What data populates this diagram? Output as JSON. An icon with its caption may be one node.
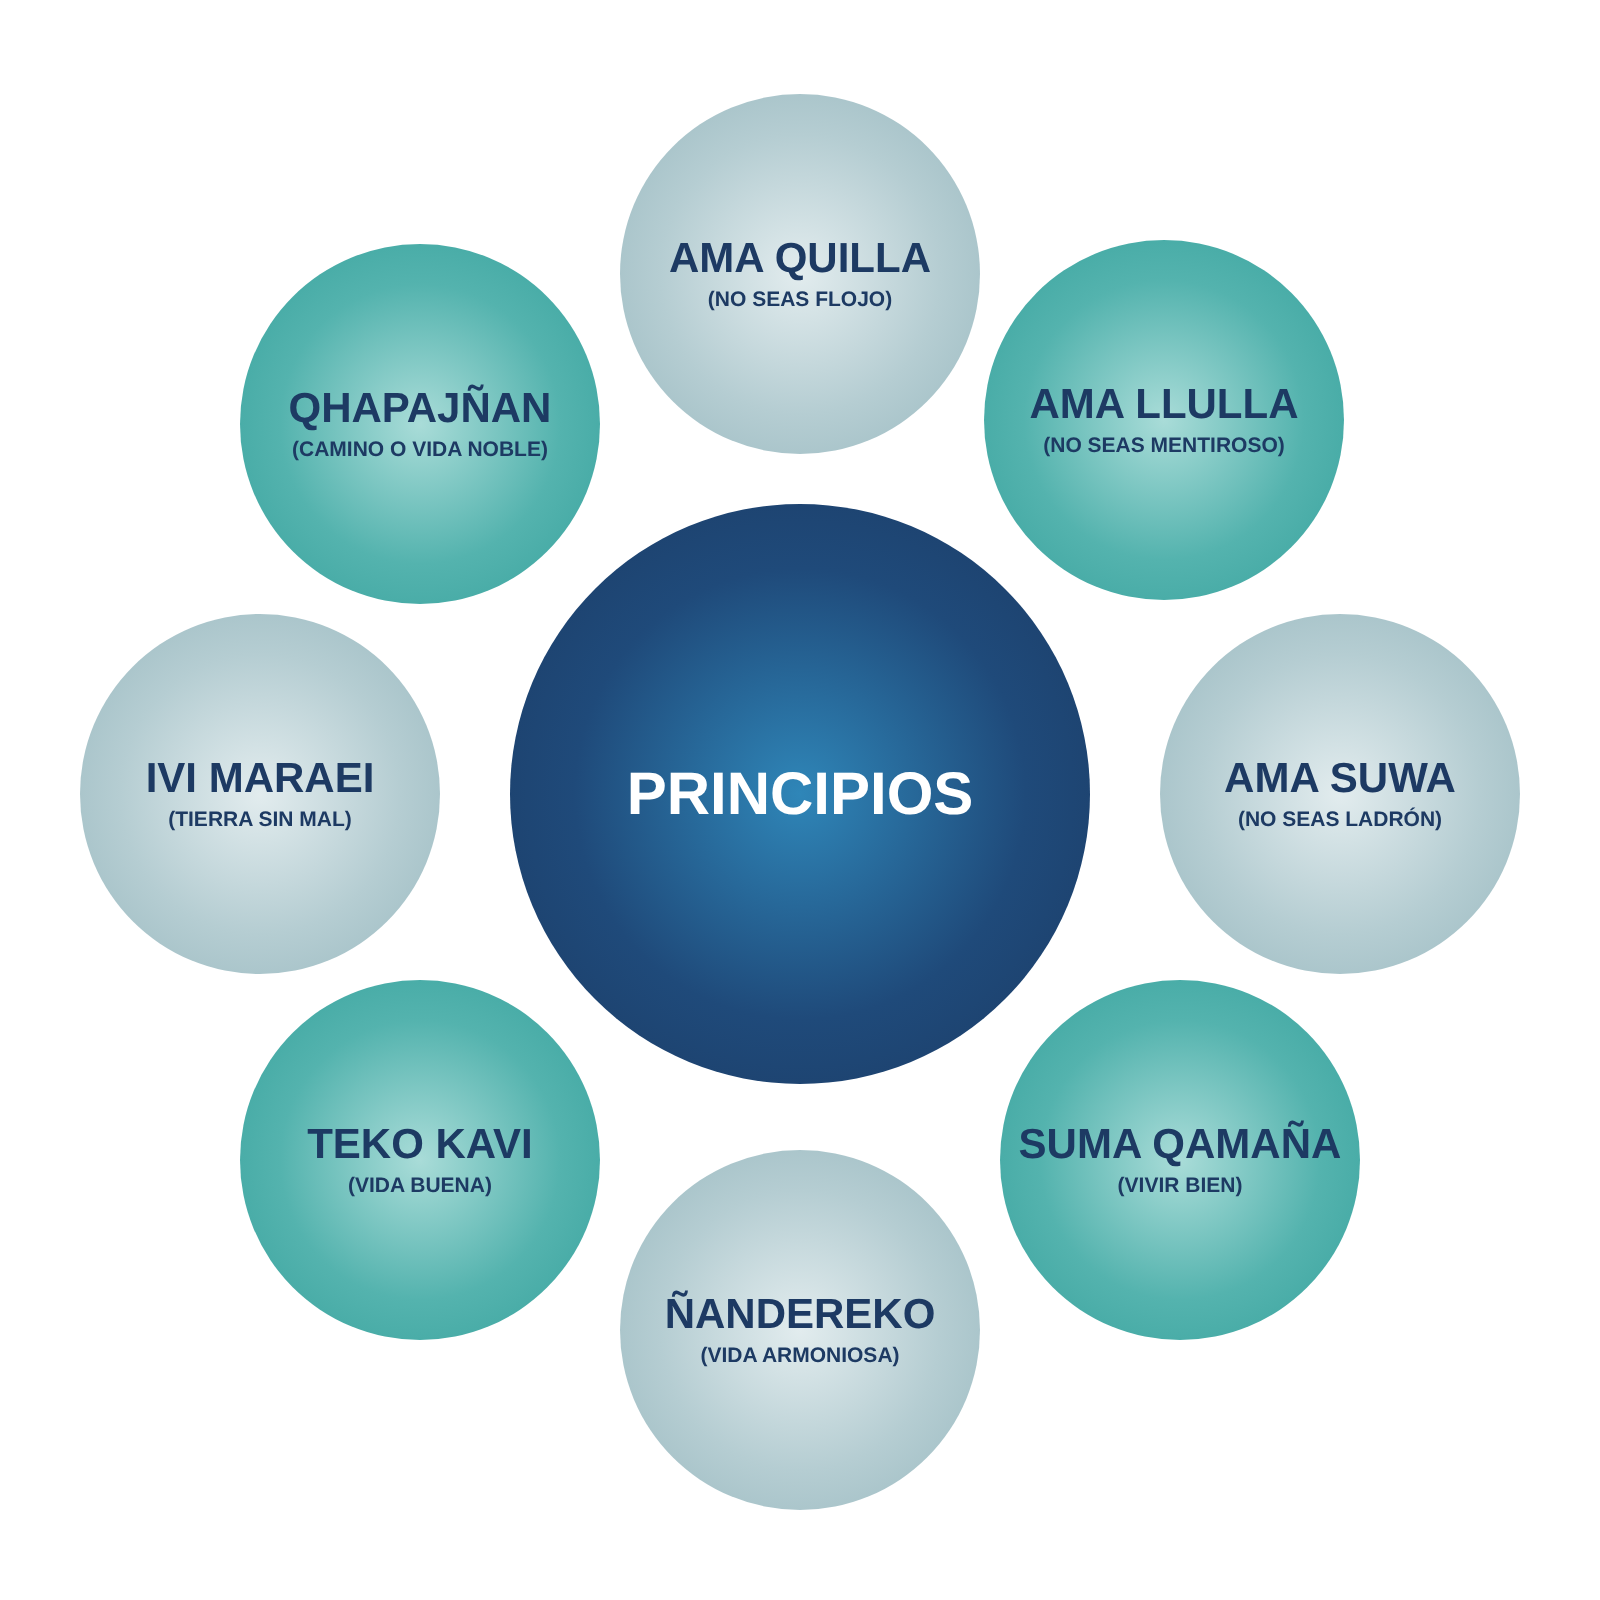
{
  "diagram": {
    "nodes": [
      {
        "text": [
          "PRINCIPIOS"
        ]
      },
      {
        "text": [
          "AMA QUILLA",
          "(NO SEAS FLOJO)"
        ]
      },
      {
        "text": [
          "AMA LLULLA",
          "(NO SEAS MENTIROSO)"
        ]
      },
      {
        "text": [
          "AMA SUWA",
          "(NO SEAS LADRÓN)"
        ]
      },
      {
        "text": [
          "SUMA QAMAÑA",
          "(VIVIR BIEN)"
        ]
      },
      {
        "text": [
          "ÑANDEREKO",
          "(VIDA ARMONIOSA)"
        ]
      },
      {
        "text": [
          "TEKO KAVI",
          "(VIDA BUENA)"
        ]
      },
      {
        "text": [
          "IVI MARAEI",
          "(TIERRA SIN MAL)"
        ]
      },
      {
        "text": [
          "QHAPAJÑAN",
          "(CAMINO O VIDA NOBLE)"
        ]
      }
    ]
  }
}
